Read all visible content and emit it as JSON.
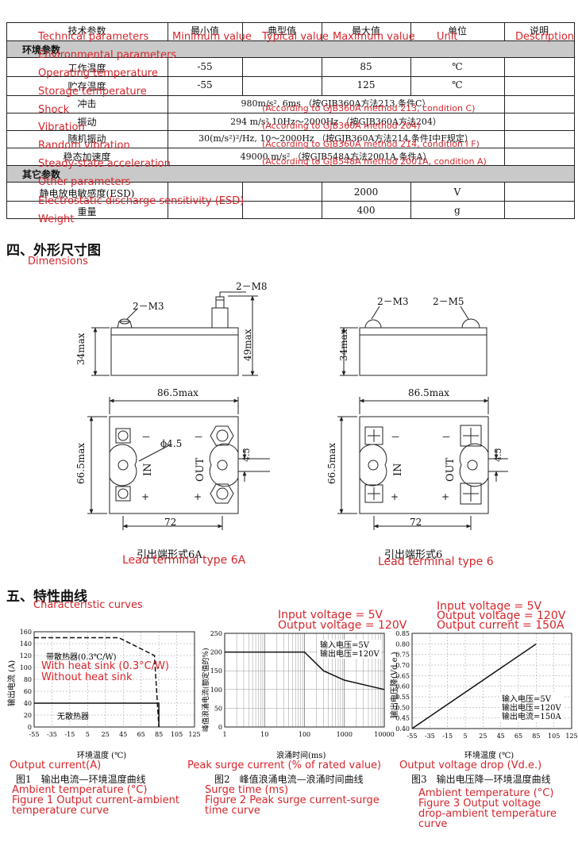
{
  "table": {
    "headers": [
      "技术参数",
      "最小值",
      "典型值",
      "最大值",
      "单位",
      "说明"
    ],
    "headers_en": [
      "Technical parameters",
      "Minimum value",
      "Typical value",
      "Maximum value",
      "Unit",
      "Description"
    ],
    "env_section": "环境参数",
    "env_section_en": "Environmental parameters",
    "rows": [
      {
        "name": "工作温度",
        "en": "Operating temperature",
        "min": "-55",
        "max": "85",
        "unit": "℃"
      },
      {
        "name": "贮存温度",
        "en": "Storage temperature",
        "min": "-55",
        "max": "125",
        "unit": "℃"
      },
      {
        "name": "冲击",
        "en": "Shock",
        "span": "980m/s², 6ms （按GJB360A方法213,条件C）",
        "span_en": "(According to GJB360A method 213, condition C)"
      },
      {
        "name": "振动",
        "en": "Vibration",
        "span": "294 m/s²,10Hz～2000Hz （按GJB360A方法204）",
        "span_en": "(According to GJB360A method 204)"
      },
      {
        "name": "随机振动",
        "en": "Random vibration",
        "span": "30(m/s²)²/Hz, 10～2000Hz （按GJB360A方法214,条件I中F规定）",
        "span_en": "(According to GJB360A method 214, condition I F)"
      },
      {
        "name": "稳态加速度",
        "en": "Steady-state acceleration",
        "span": "49000 m/s² （按GJB548A方法2001A,条件A）",
        "span_en": "(According to GJB548A method 2001A, condition A)"
      }
    ],
    "other_section": "其它参数",
    "other_section_en": "Other parameters",
    "other_rows": [
      {
        "name": "静电放电敏感度(ESD)",
        "en": "Electrostatic discharge sensitivity (ESD)",
        "max": "2000",
        "unit": "V"
      },
      {
        "name": "重量",
        "en": "Weight",
        "max": "400",
        "unit": "g"
      }
    ]
  },
  "dimensions": {
    "heading": "四、外形尺寸图",
    "heading_en": "Dimensions",
    "left_m3": "2－M3",
    "left_m8": "2－M8",
    "right_m3": "2－M3",
    "right_m5": "2－M5",
    "h34": "34max",
    "h49": "49max",
    "w86": "86.5max",
    "h66": "66.5max",
    "phi": "ϕ4.5",
    "dim45": "4.5",
    "dim72": "72",
    "in_label": "IN",
    "out_label": "OUT",
    "minus": "－",
    "plus": "+",
    "caption_6a": "引出端形式6A",
    "caption_6a_en": "Lead terminal type 6A",
    "caption_6": "引出端形式6",
    "caption_6_en": "Lead terminal type 6"
  },
  "curves": {
    "heading": "五、特性曲线",
    "heading_en": "Characteristic curves",
    "fig1": {
      "ylabel": "输出电流 (A)",
      "ylabel_en": "Output current(A)",
      "xlabel": "环境温度 (℃)",
      "xlabel_en": "Ambient temperature (°C)",
      "caption": "图1　输出电流—环境温度曲线",
      "caption_en": "Figure 1 Output current-ambient temperature curve",
      "label_sink": "带散热器(0.3℃/W)",
      "label_sink_en": "With heat sink (0.3°C/W)",
      "label_nosink": "无散热器",
      "label_nosink_en": "Without heat sink"
    },
    "fig2": {
      "ylabel": "峰值浪涌电流(额定值的%)",
      "ylabel_en": "Peak surge current (% of rated value)",
      "xlabel": "浪涌时间(ms)",
      "xlabel_en": "Surge time (ms)",
      "caption": "图2　峰值浪涌电流—浪涌时间曲线",
      "caption_en": "Figure 2 Peak surge current-surge time curve",
      "note1": "输入电压=5V",
      "note2": "输出电压=120V",
      "note1_en": "Input voltage = 5V",
      "note2_en": "Output voltage = 120V"
    },
    "fig3": {
      "ylabel": "输出电压降(Vd.e.)",
      "ylabel_en": "Output voltage drop (Vd.e.)",
      "xlabel": "环境温度 (℃)",
      "xlabel_en": "Ambient temperature (°C)",
      "caption": "图3　输出电压降—环境温度曲线",
      "caption_en": "Figure 3 Output voltage drop-ambient temperature curve",
      "note1": "输入电压=5V",
      "note2": "输出电压=120V",
      "note3": "输出电流=150A",
      "note1_en": "Input voltage = 5V",
      "note2_en": "Output voltage = 120V",
      "note3_en": "Output current = 150A"
    }
  },
  "chart_data": [
    {
      "type": "line",
      "x_ticks": [
        -55,
        -35,
        -15,
        5,
        25,
        45,
        65,
        85,
        105,
        125
      ],
      "y_ticks": [
        0,
        20,
        40,
        60,
        80,
        100,
        120,
        140,
        160
      ],
      "xlim": [
        -55,
        125
      ],
      "ylim": [
        0,
        160
      ],
      "series": [
        {
          "name": "带散热器(0.3℃/W)",
          "x": [
            -55,
            40,
            80,
            85
          ],
          "y": [
            150,
            150,
            120,
            0
          ],
          "style": "dashed"
        },
        {
          "name": "无散热器",
          "x": [
            -55,
            85,
            85
          ],
          "y": [
            40,
            40,
            0
          ],
          "style": "solid"
        }
      ]
    },
    {
      "type": "line",
      "x_scale": "log",
      "x_ticks": [
        1,
        10,
        100,
        1000,
        10000
      ],
      "y_ticks": [
        0,
        50,
        100,
        150,
        200,
        250
      ],
      "xlim": [
        1,
        10000
      ],
      "ylim": [
        0,
        250
      ],
      "series": [
        {
          "x": [
            1,
            100,
            300,
            1000,
            10000
          ],
          "y": [
            200,
            200,
            150,
            125,
            100
          ]
        }
      ]
    },
    {
      "type": "line",
      "x_ticks": [
        -55,
        -35,
        -15,
        5,
        25,
        45,
        65,
        85,
        105,
        125
      ],
      "y_ticks": [
        0.4,
        0.45,
        0.5,
        0.55,
        0.6,
        0.65,
        0.7,
        0.75,
        0.8,
        0.85
      ],
      "xlim": [
        -55,
        125
      ],
      "ylim": [
        0.4,
        0.85
      ],
      "series": [
        {
          "x": [
            -55,
            85
          ],
          "y": [
            0.4,
            0.8
          ]
        }
      ]
    }
  ]
}
